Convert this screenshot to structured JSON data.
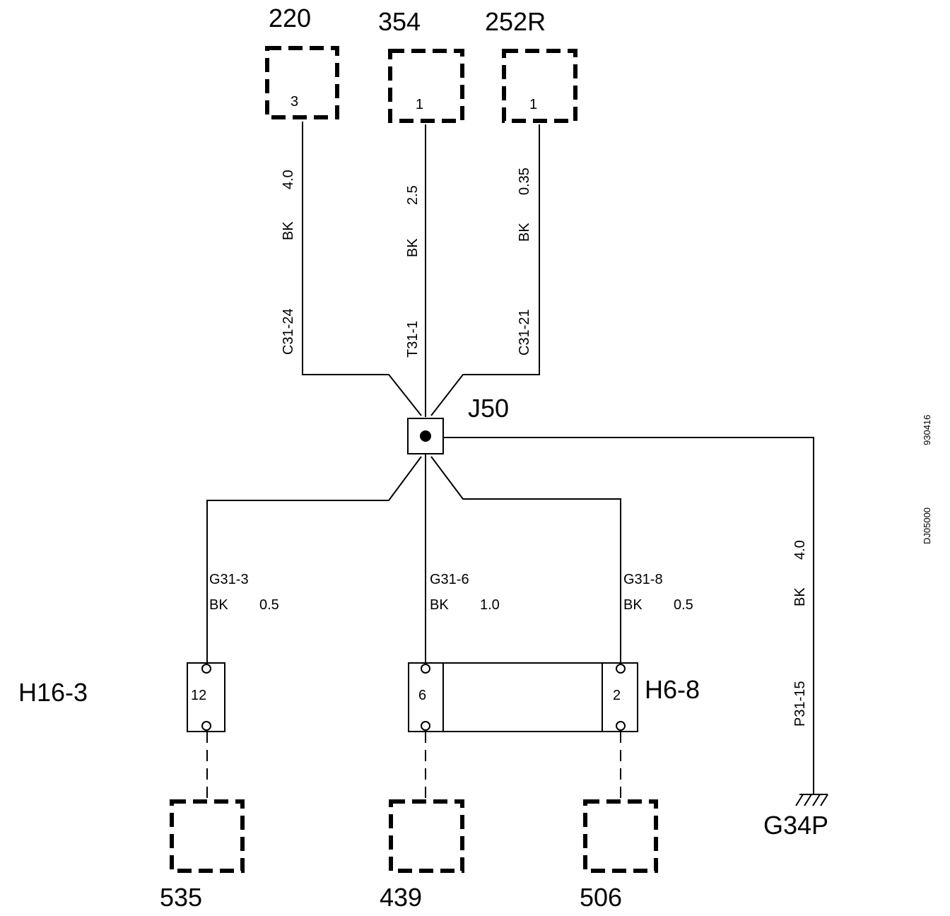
{
  "components": {
    "c220": {
      "label": "220",
      "pin": "3"
    },
    "c354": {
      "label": "354",
      "pin": "1"
    },
    "c252r": {
      "label": "252R",
      "pin": "1"
    },
    "c535": {
      "label": "535"
    },
    "c439": {
      "label": "439"
    },
    "c506": {
      "label": "506"
    }
  },
  "splice": {
    "label": "J50"
  },
  "ground": {
    "label": "G34P"
  },
  "connectors": {
    "h16": {
      "label": "H16-3",
      "pin": "12"
    },
    "h6": {
      "label": "H6-8",
      "pin_left": "6",
      "pin_right": "2"
    }
  },
  "wires": {
    "w220": {
      "gauge": "4.0",
      "color": "BK",
      "circuit": "C31-24"
    },
    "w354": {
      "gauge": "2.5",
      "color": "BK",
      "circuit": "T31-1"
    },
    "w252": {
      "gauge": "0.35",
      "color": "BK",
      "circuit": "C31-21"
    },
    "wg3": {
      "circuit": "G31-3",
      "color": "BK",
      "gauge": "0.5"
    },
    "wg6": {
      "circuit": "G31-6",
      "color": "BK",
      "gauge": "1.0"
    },
    "wg8": {
      "circuit": "G31-8",
      "color": "BK",
      "gauge": "0.5"
    },
    "wgnd": {
      "gauge": "4.0",
      "color": "BK",
      "circuit": "P31-15"
    }
  },
  "side_codes": {
    "code1": "930416",
    "code2": "DJ05000"
  }
}
